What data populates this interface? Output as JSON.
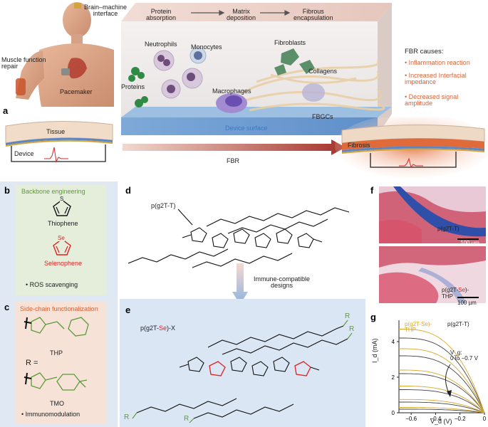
{
  "panels": {
    "a": "a",
    "b": "b",
    "c": "c",
    "d": "d",
    "e": "e",
    "f": "f",
    "g": "g"
  },
  "panel_a": {
    "body_labels": {
      "bmi": "Brain–machine\ninterface",
      "muscle": "Muscle function\nrepair",
      "pacemaker": "Pacemaker"
    },
    "process_steps": [
      "Protein\nabsorption",
      "Matrix\ndeposition",
      "Fibrous\nencapsulation"
    ],
    "cells": {
      "neutrophils": "Neutrophils",
      "monocytes": "Monocytes",
      "fibroblasts": "Fibroblasts",
      "collagens": "Collagens",
      "proteins": "Proteins",
      "macrophages": "Macrophages",
      "fbgcs": "FBGCs"
    },
    "device_surface": "Device surface",
    "tissue": "Tissue",
    "device": "Device",
    "fbr": "FBR",
    "fibrosis": "Fibrosis",
    "fbr_causes_title": "FBR causes:",
    "fbr_causes": [
      "Inflammation reaction",
      "Increased Interfacial\nimpedance",
      "Decreased signal\namplitude"
    ]
  },
  "panel_b": {
    "title": "Backbone engineering",
    "thiophene": "Thiophene",
    "selenophene": "Selenophene",
    "s_atom": "S",
    "se_atom": "Se",
    "note": "• ROS scavenging"
  },
  "panel_c": {
    "title": "Side-chain functionalization",
    "thp": "THP",
    "r_equals": "R =",
    "tmo": "TMO",
    "note": "• Immunomodulation"
  },
  "panel_d": {
    "polymer": "p(g2T-T)"
  },
  "panel_e": {
    "polymer_prefix": "p(g2T-",
    "polymer_se": "Se",
    "polymer_suffix": ")-X",
    "arrow_label": "Immune-compatible\ndesigns",
    "r": "R"
  },
  "panel_f": {
    "top_label": "p(g2T-T)",
    "bottom_prefix": "p(g2T-",
    "bottom_se": "Se",
    "bottom_suffix": ")-\nTHP",
    "scale": "100 µm"
  },
  "panel_g": {
    "legend_se": "p(g2T-Se)-\nTHP",
    "legend_t": "p(g2T-T)",
    "vg_label": "V_g:\n0 to −0.7 V",
    "ylabel": "I_d (mA)",
    "xlabel": "V_d (V)",
    "yticks": [
      "0",
      "2",
      "4"
    ],
    "xticks": [
      "−0.6",
      "−0.4",
      "−0.2",
      "0"
    ]
  },
  "colors": {
    "orange": "#d6653a",
    "green": "#5c9c3a",
    "blue": "#3f77c0",
    "panel_b_bg": "#e4eedb",
    "panel_c_bg": "#f6e2d6",
    "panel_e_bg": "#dbe6f5"
  },
  "chart_data": {
    "type": "line",
    "title": "",
    "xlabel": "V_d (V)",
    "ylabel": "I_d (mA)",
    "xlim": [
      -0.7,
      0
    ],
    "ylim": [
      0,
      5
    ],
    "series": [
      {
        "name": "p(g2T-T)",
        "color": "#444444",
        "saturation_currents": [
          4.2,
          3.2,
          2.2,
          1.3,
          0.6,
          0.2
        ]
      },
      {
        "name": "p(g2T-Se)-THP",
        "color": "#d9a72c",
        "saturation_currents": [
          4.7,
          3.6,
          2.4,
          1.5,
          0.75,
          0.3
        ]
      }
    ]
  }
}
